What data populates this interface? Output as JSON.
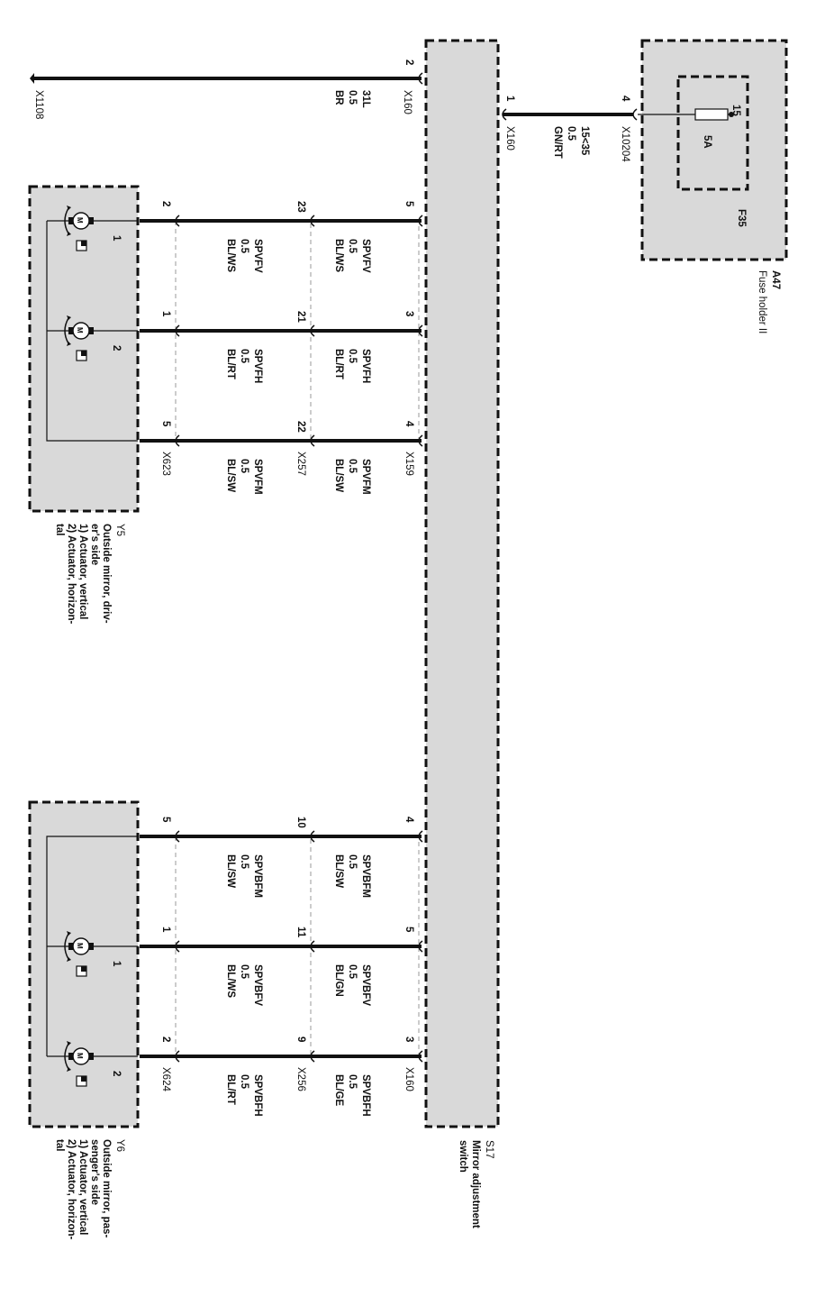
{
  "colors": {
    "module_fill": "#d9d9d9",
    "wire": "#111111",
    "dash": "#111111",
    "connector_outline": "#999999"
  },
  "switch": {
    "id": "S17",
    "name_lines": [
      "Mirror adjustment",
      "switch"
    ]
  },
  "fuse_holder": {
    "id": "A47",
    "name": "Fuse holder II",
    "fuse_id": "F35",
    "fuse_rating": "5A",
    "fuse_pin": "15"
  },
  "ground_wire": {
    "ground_id": "X1108",
    "pin": "2",
    "connector": "X160",
    "signal": "31L",
    "size": "0.5",
    "color": "BR"
  },
  "supply_wire": {
    "pin_switch": "1",
    "connector_switch": "X160",
    "pin_fuse": "4",
    "connector_fuse": "X10204",
    "signal": "15<35",
    "size": "0.5",
    "color": "GN/RT"
  },
  "mirror_groups": [
    {
      "id": "Y5",
      "name_lines": [
        "Outside mirror, driv-",
        "er's side",
        "1) Actuator, vertical",
        "2) Actuator, horizon-",
        "tal"
      ],
      "connectors": [
        "X159",
        "X257",
        "X623"
      ],
      "wires": [
        {
          "pins": [
            "5",
            "23",
            "2"
          ],
          "seg1": [
            "SPVFV",
            "0.5",
            "BL/WS"
          ],
          "seg2": [
            "SPVFV",
            "0.5",
            "BL/WS"
          ],
          "motor_pin": "1"
        },
        {
          "pins": [
            "3",
            "21",
            "1"
          ],
          "seg1": [
            "SPVFH",
            "0.5",
            "BL/RT"
          ],
          "seg2": [
            "SPVFH",
            "0.5",
            "BL/RT"
          ],
          "motor_pin": "2"
        },
        {
          "pins": [
            "4",
            "22",
            "5"
          ],
          "seg1": [
            "SPVFM",
            "0.5",
            "BL/SW"
          ],
          "seg2": [
            "SPVFM",
            "0.5",
            "BL/SW"
          ],
          "motor_pin": null
        }
      ]
    },
    {
      "id": "Y6",
      "name_lines": [
        "Outside mirror, pas-",
        "senger's side",
        "1) Actuator, vertical",
        "2) Actuator, horizon-",
        "tal"
      ],
      "connectors": [
        "X160",
        "X256",
        "X624"
      ],
      "wires": [
        {
          "pins": [
            "4",
            "10",
            "5"
          ],
          "seg1": [
            "SPVBFM",
            "0.5",
            "BL/SW"
          ],
          "seg2": [
            "SPVBFM",
            "0.5",
            "BL/SW"
          ],
          "motor_pin": null
        },
        {
          "pins": [
            "5",
            "11",
            "1"
          ],
          "seg1": [
            "SPVBFV",
            "0.5",
            "BL/GN"
          ],
          "seg2": [
            "SPVBFV",
            "0.5",
            "BL/WS"
          ],
          "motor_pin": "1"
        },
        {
          "pins": [
            "3",
            "9",
            "2"
          ],
          "seg1": [
            "SPVBFH",
            "0.5",
            "BL/GE"
          ],
          "seg2": [
            "SPVBFH",
            "0.5",
            "BL/RT"
          ],
          "motor_pin": "2"
        }
      ]
    }
  ],
  "motor_label": "M"
}
